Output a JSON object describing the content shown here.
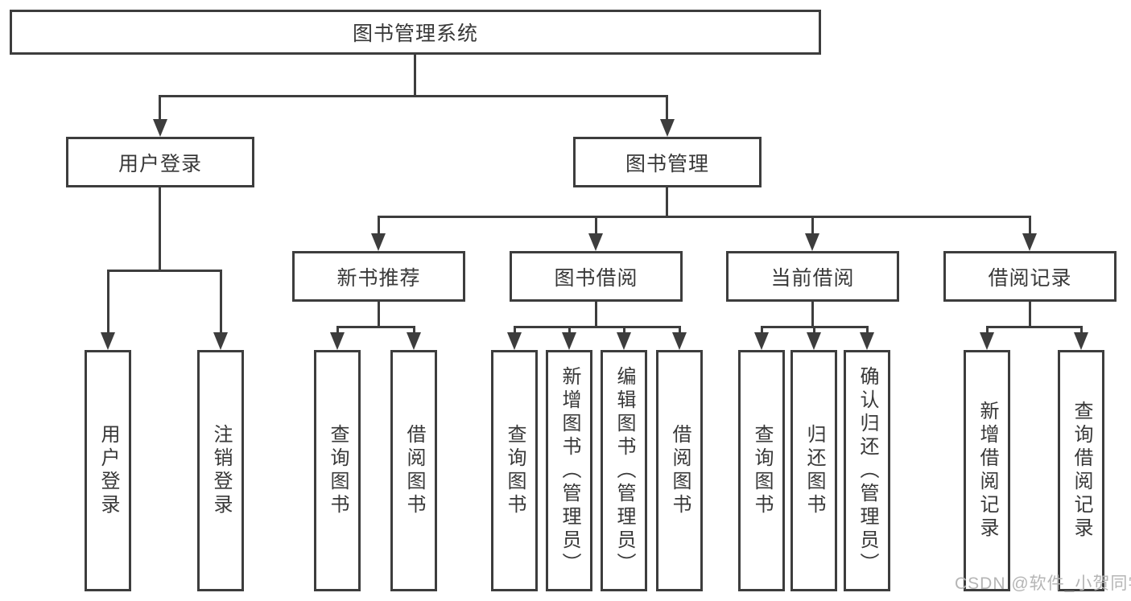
{
  "title": "图书管理系统",
  "level2": [
    {
      "label": "用户登录"
    },
    {
      "label": "图书管理"
    }
  ],
  "level3": [
    {
      "label": "新书推荐"
    },
    {
      "label": "图书借阅"
    },
    {
      "label": "当前借阅"
    },
    {
      "label": "借阅记录"
    }
  ],
  "leaves": {
    "user_login": [
      {
        "label": "用户登录"
      },
      {
        "label": "注销登录"
      }
    ],
    "new_book": [
      {
        "label": "查询图书"
      },
      {
        "label": "借阅图书"
      }
    ],
    "book_borrow": [
      {
        "label": "查询图书"
      },
      {
        "label": "新增图书（管理员）"
      },
      {
        "label": "编辑图书（管理员）"
      },
      {
        "label": "借阅图书"
      }
    ],
    "current_borrow": [
      {
        "label": "查询图书"
      },
      {
        "label": "归还图书"
      },
      {
        "label": "确认归还（管理员）"
      }
    ],
    "borrow_record": [
      {
        "label": "新增借阅记录"
      },
      {
        "label": "查询借阅记录"
      }
    ]
  },
  "watermark": {
    "text": "CSDN @软件_小贺同学"
  },
  "colors": {
    "line": "#3d3d3d",
    "text": "#383838",
    "watermark": "#b5b5b5",
    "background": "#ffffff"
  }
}
